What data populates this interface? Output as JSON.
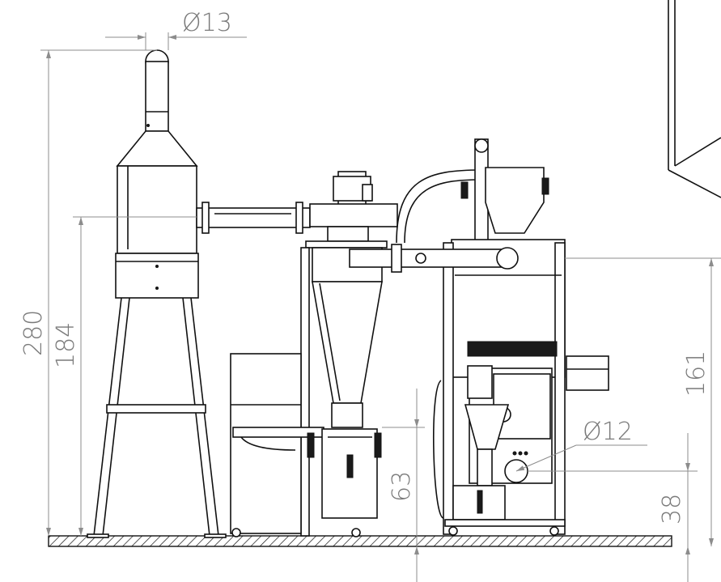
{
  "dimensions": {
    "stack_diameter": "Ø13",
    "total_height": "280",
    "duct_height": "184",
    "roaster_outlet_height": "161",
    "cyclone_height": "63",
    "port_diameter": "Ø12",
    "port_height": "38"
  },
  "colors": {
    "ink": "#111111",
    "dimension_line": "#8c8c8c",
    "dimension_text": "#7a7a7a"
  }
}
